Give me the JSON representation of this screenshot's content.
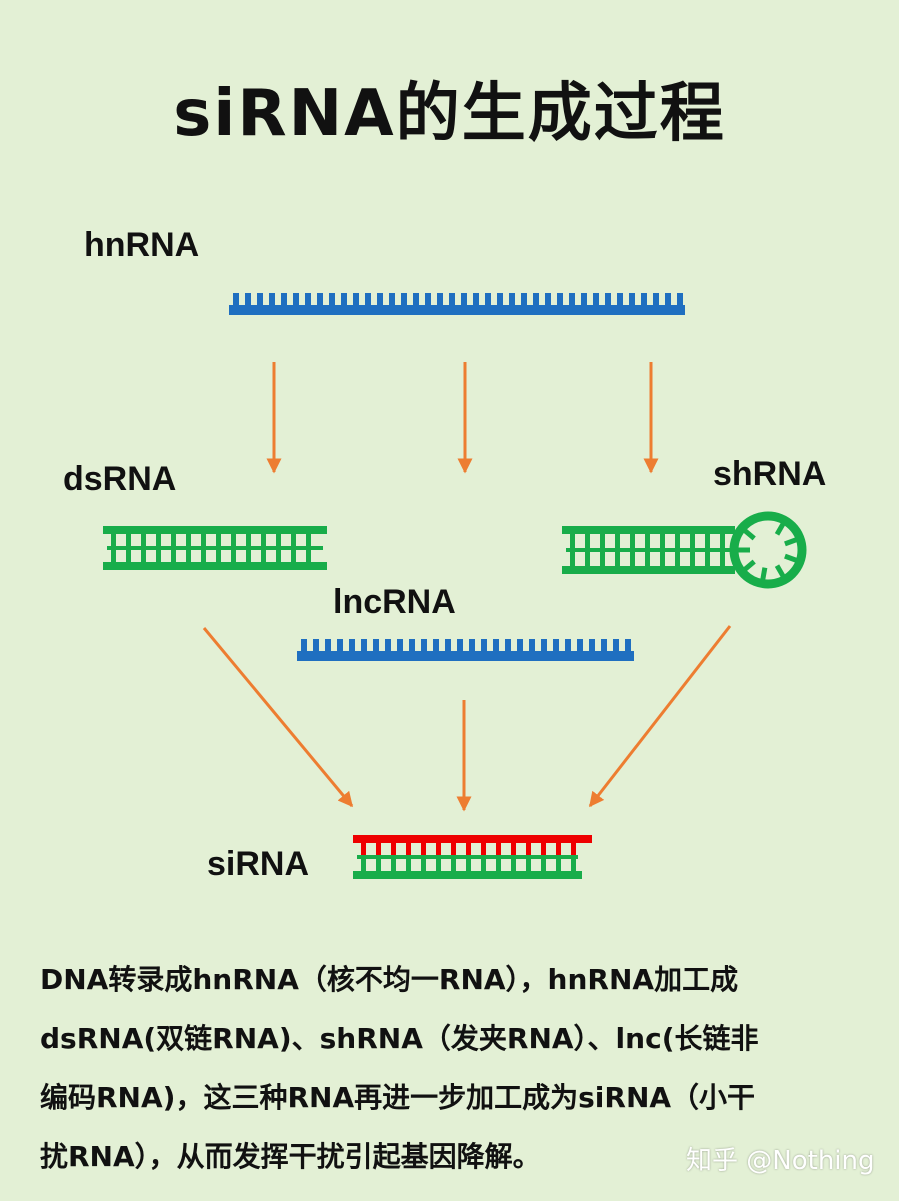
{
  "title": "siRNA的生成过程",
  "labels": {
    "hnrna": "hnRNA",
    "dsrna": "dsRNA",
    "shrna": "shRNA",
    "lncrna": "lncRNA",
    "sirna": "siRNA"
  },
  "colors": {
    "background": "#e3f0d5",
    "single_strand": "#1f6fc0",
    "double_strand": "#18ad4a",
    "sirna_top_strand": "#ee0000",
    "arrow": "#ed7d31"
  },
  "description": [
    "DNA转录成hnRNA（核不均一RNA），hnRNA加工成",
    "dsRNA(双链RNA)、shRNA（发夹RNA）、lnc(长链非",
    "编码RNA)，这三种RNA再进一步加工成为siRNA（小干",
    "扰RNA），从而发挥干扰引起基因降解。"
  ],
  "watermark": "知乎 @Nothing"
}
